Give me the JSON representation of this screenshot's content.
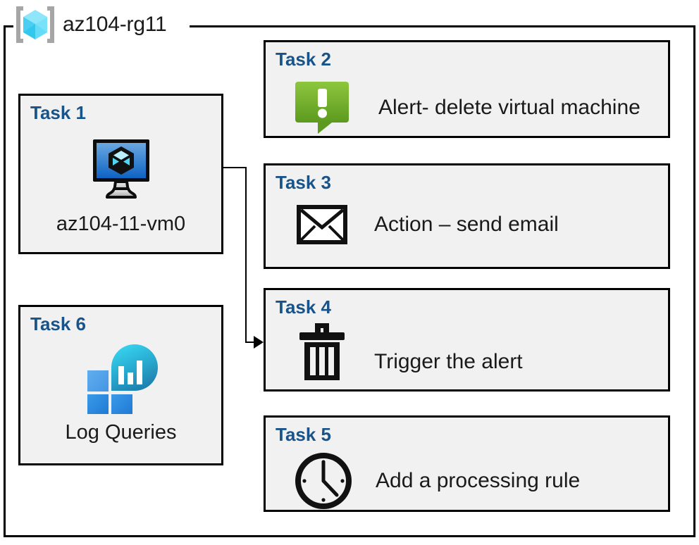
{
  "diagram": {
    "type": "azure-resource-group-task-diagram",
    "resource_group": {
      "name": "az104-rg11",
      "icon": "azure-resource-group-icon"
    },
    "colors": {
      "task_title": "#18548a",
      "box_background": "#f1f1f1",
      "box_border": "#000000",
      "alert_green_light": "#8cc63e",
      "alert_green_dark": "#5f9c21",
      "vm_blue_light": "#5b9bd5",
      "vm_blue_dark": "#1565c0",
      "log_square_light": "#4a9fe8",
      "log_square_dark": "#2585dd",
      "log_teal_light": "#31d2ef",
      "log_teal_dark": "#1f7fae",
      "rg_cube_light": "#9fe8fb",
      "rg_cube_dark": "#37c8f0",
      "rg_bracket": "#a6a6a6"
    },
    "left_column": [
      {
        "id": "task-1",
        "title": "Task 1",
        "icon": "virtual-machine-icon",
        "caption": "az104-11-vm0"
      },
      {
        "id": "task-6",
        "title": "Task 6",
        "icon": "log-analytics-icon",
        "caption": "Log Queries"
      }
    ],
    "right_column": [
      {
        "id": "task-2",
        "title": "Task 2",
        "icon": "alert-bubble-icon",
        "label": "Alert- delete virtual machine"
      },
      {
        "id": "task-3",
        "title": "Task 3",
        "icon": "envelope-icon",
        "label": "Action – send email"
      },
      {
        "id": "task-4",
        "title": "Task 4",
        "icon": "trash-can-icon",
        "label": "Trigger the alert"
      },
      {
        "id": "task-5",
        "title": "Task 5",
        "icon": "clock-icon",
        "label": "Add a processing rule"
      }
    ],
    "connector": {
      "from": "task-1",
      "to": "task-4",
      "style": "orthogonal-arrow"
    }
  }
}
